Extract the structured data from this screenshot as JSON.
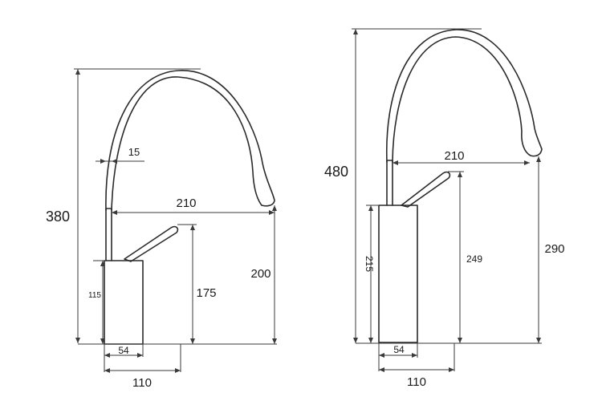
{
  "left_faucet": {
    "overall_height": "380",
    "pipe_width": "15",
    "spout_reach": "210",
    "spout_height": "200",
    "handle_height": "175",
    "body_height": "115",
    "body_width": "54",
    "base_width": "110"
  },
  "right_faucet": {
    "overall_height": "480",
    "spout_reach": "210",
    "spout_height": "290",
    "handle_height": "249",
    "body_height": "215",
    "body_width": "54",
    "base_width": "110"
  }
}
